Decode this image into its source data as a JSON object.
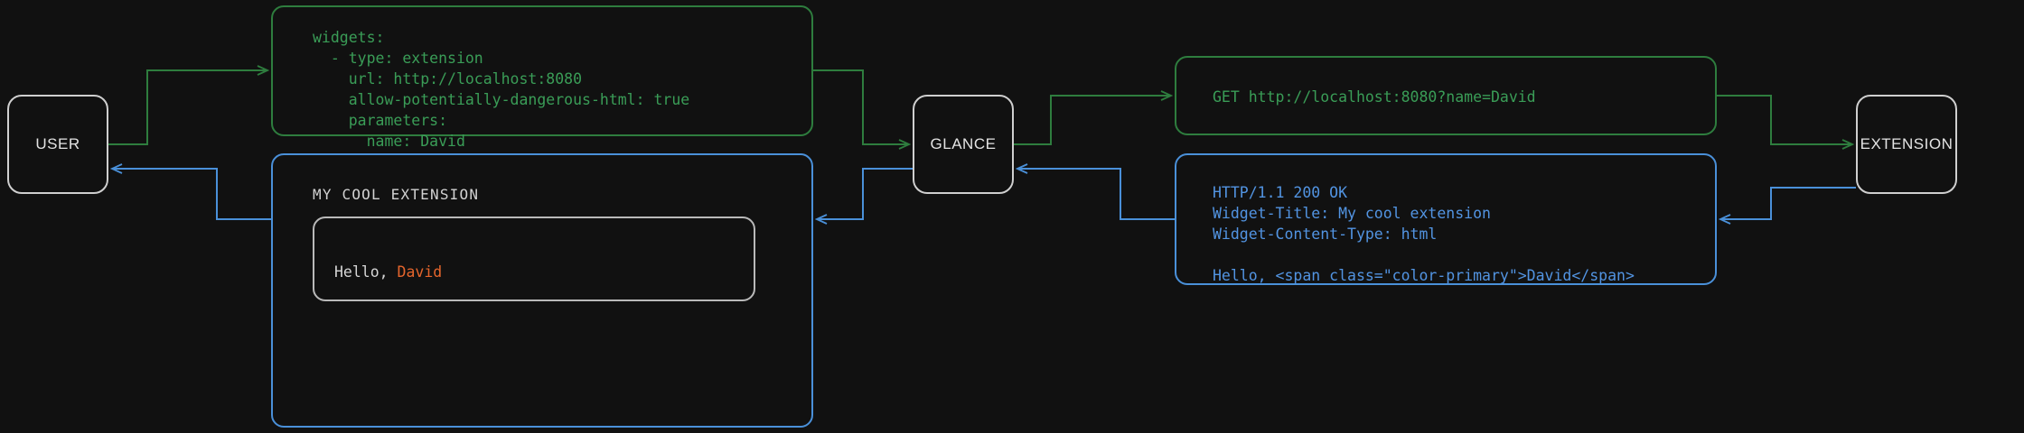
{
  "diagram": {
    "title": "Glance extension widget request flow",
    "background_color": "#111111",
    "colors": {
      "request_green": "#2e7d3e",
      "request_text_green": "#3a9d57",
      "response_blue": "#4a90d9",
      "response_text_blue": "#5294e2",
      "node_border": "#cfcfcf",
      "accent_orange": "#e5652c",
      "neutral_text": "#d6d6d6"
    }
  },
  "nodes": {
    "user": {
      "label": "USER"
    },
    "glance": {
      "label": "GLANCE"
    },
    "extension": {
      "label": "EXTENSION"
    }
  },
  "panels": {
    "yaml_config": {
      "text": "widgets:\n  - type: extension\n    url: http://localhost:8080\n    allow-potentially-dangerous-html: true\n    parameters:\n      name: David"
    },
    "http_request": {
      "text": "GET http://localhost:8080?name=David"
    },
    "http_response": {
      "text": "HTTP/1.1 200 OK\nWidget-Title: My cool extension\nWidget-Content-Type: html\n\nHello, <span class=\"color-primary\">David</span>"
    },
    "rendered_widget": {
      "title": "MY COOL EXTENSION",
      "card_greeting": "Hello, ",
      "card_name": "David"
    }
  },
  "edges": {
    "user_to_glance": {
      "kind": "request",
      "color": "#2e7d3e"
    },
    "glance_to_extension": {
      "kind": "request",
      "color": "#2e7d3e"
    },
    "extension_to_glance": {
      "kind": "response",
      "color": "#4a90d9"
    },
    "glance_to_user": {
      "kind": "response",
      "color": "#4a90d9"
    }
  }
}
